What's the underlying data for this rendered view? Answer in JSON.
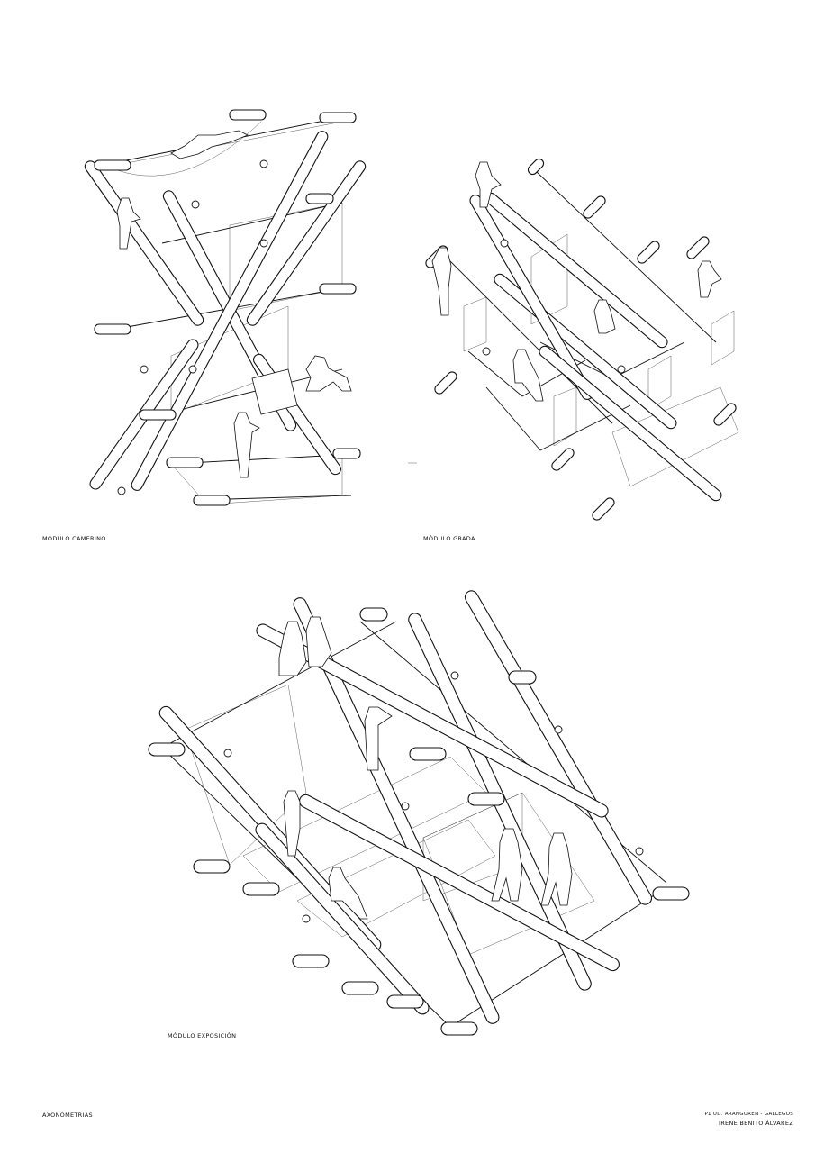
{
  "sheet": {
    "modules": [
      {
        "label": "MÓDULO CAMERINO"
      },
      {
        "label": "MÓDULO GRADA"
      },
      {
        "label": "MÓDULO EXPOSICIÓN"
      }
    ],
    "section_title": "AXONOMETRÍAS",
    "course": "P1 UD. ARANGUREN - GALLEGOS",
    "author": "IRENE BENITO ÁLVAREZ"
  }
}
